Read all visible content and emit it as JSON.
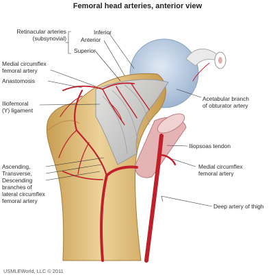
{
  "title": "Femoral head arteries, anterior view",
  "labels": {
    "retinacular_line1": "Retinacular arteries",
    "retinacular_line2": "(subsynovial)",
    "inferior": "Inferior",
    "anterior": "Anterior",
    "superior": "Superior",
    "medial_circ_top_line1": "Medial circumflex",
    "medial_circ_top_line2": "femoral artery",
    "anastomosis": "Anastomosis",
    "iliofemoral_line1": "Iliofemoral",
    "iliofemoral_line2": "(Y) ligament",
    "acetabular_line1": "Acetabular branch",
    "acetabular_line2": "of obturator artery",
    "iliopsoas": "Iliopsoas tendon",
    "medial_circ_right_line1": "Medial circumflex",
    "medial_circ_right_line2": "femoral artery",
    "deep_artery": "Deep artery of thigh",
    "lateral_line1": "Ascending,",
    "lateral_line2": "Transverse,",
    "lateral_line3": "Descending",
    "lateral_line4": "branches of",
    "lateral_line5": "lateral circumflex",
    "lateral_line6": "femoral artery"
  },
  "copyright": "USMLEWorld, LLC © 2011",
  "colors": {
    "artery": "#c0202a",
    "bone": "#e7c98a",
    "acetabulum": "#b9cde3",
    "ligament": "#c9cdd3",
    "tendon": "#e3aeb0"
  }
}
